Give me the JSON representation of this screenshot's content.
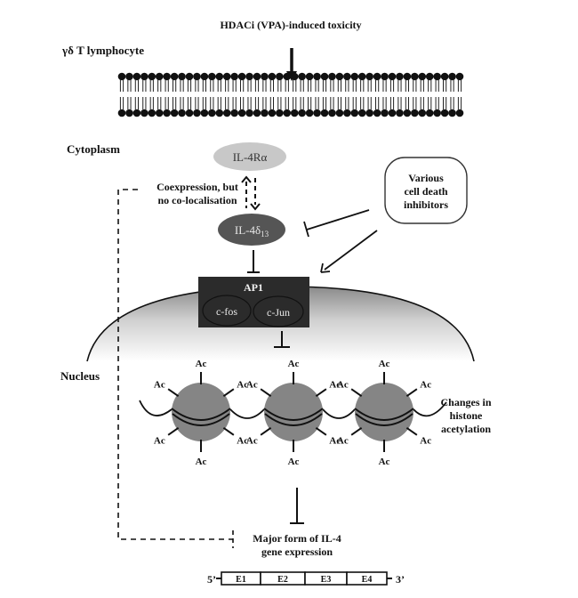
{
  "title": "HDACi (VPA)-induced toxicity",
  "cell_label": "γδ T lymphocyte",
  "compartments": {
    "cytoplasm": "Cytoplasm",
    "nucleus": "Nucleus"
  },
  "membrane": {
    "lipid_count": 46
  },
  "nodes": {
    "il4ra": {
      "label": "IL-4Rα",
      "color": "#c8c8c8",
      "text_color": "#333333"
    },
    "il4d13": {
      "label_main": "IL-4δ",
      "label_sub": "13",
      "color": "#555555",
      "text_color": "#e8e8e8"
    },
    "inhibitors": {
      "lines": [
        "Various",
        "cell death",
        "inhibitors"
      ]
    },
    "ap1": {
      "label": "AP1",
      "color": "#2b2b2b",
      "subunits": [
        "c-fos",
        "c-Jun"
      ]
    }
  },
  "annotations": {
    "coexpression": [
      "Coexpression, but",
      "no co-localisation"
    ],
    "histone": [
      "Changes in",
      "histone",
      "acetylation"
    ],
    "gene_expression": [
      "Major form of IL-4",
      "gene expression"
    ]
  },
  "nucleosome": {
    "count": 3,
    "color": "#858585",
    "tag_label": "Ac",
    "tags_per_nucleosome": 6
  },
  "gene": {
    "five_prime": "5’",
    "three_prime": "3’",
    "exons": [
      "E1",
      "E2",
      "E3",
      "E4"
    ]
  },
  "edges": [
    {
      "from": "HDACi (VPA)-induced toxicity",
      "to": "membrane",
      "type": "activation"
    },
    {
      "from": "IL-4δ13",
      "to": "IL-4Rα",
      "type": "dashed-bidirectional"
    },
    {
      "from": "Various cell death inhibitors",
      "to": "IL-4δ13",
      "type": "inhibition"
    },
    {
      "from": "Various cell death inhibitors",
      "to": "AP1",
      "type": "activation"
    },
    {
      "from": "IL-4δ13",
      "to": "AP1",
      "type": "inhibition"
    },
    {
      "from": "AP1",
      "to": "histone acetylation",
      "type": "inhibition"
    },
    {
      "from": "histone acetylation",
      "to": "IL-4 gene expression",
      "type": "inhibition"
    },
    {
      "from": "IL-4δ13",
      "to": "IL-4 gene expression",
      "type": "dashed-inhibition"
    }
  ]
}
